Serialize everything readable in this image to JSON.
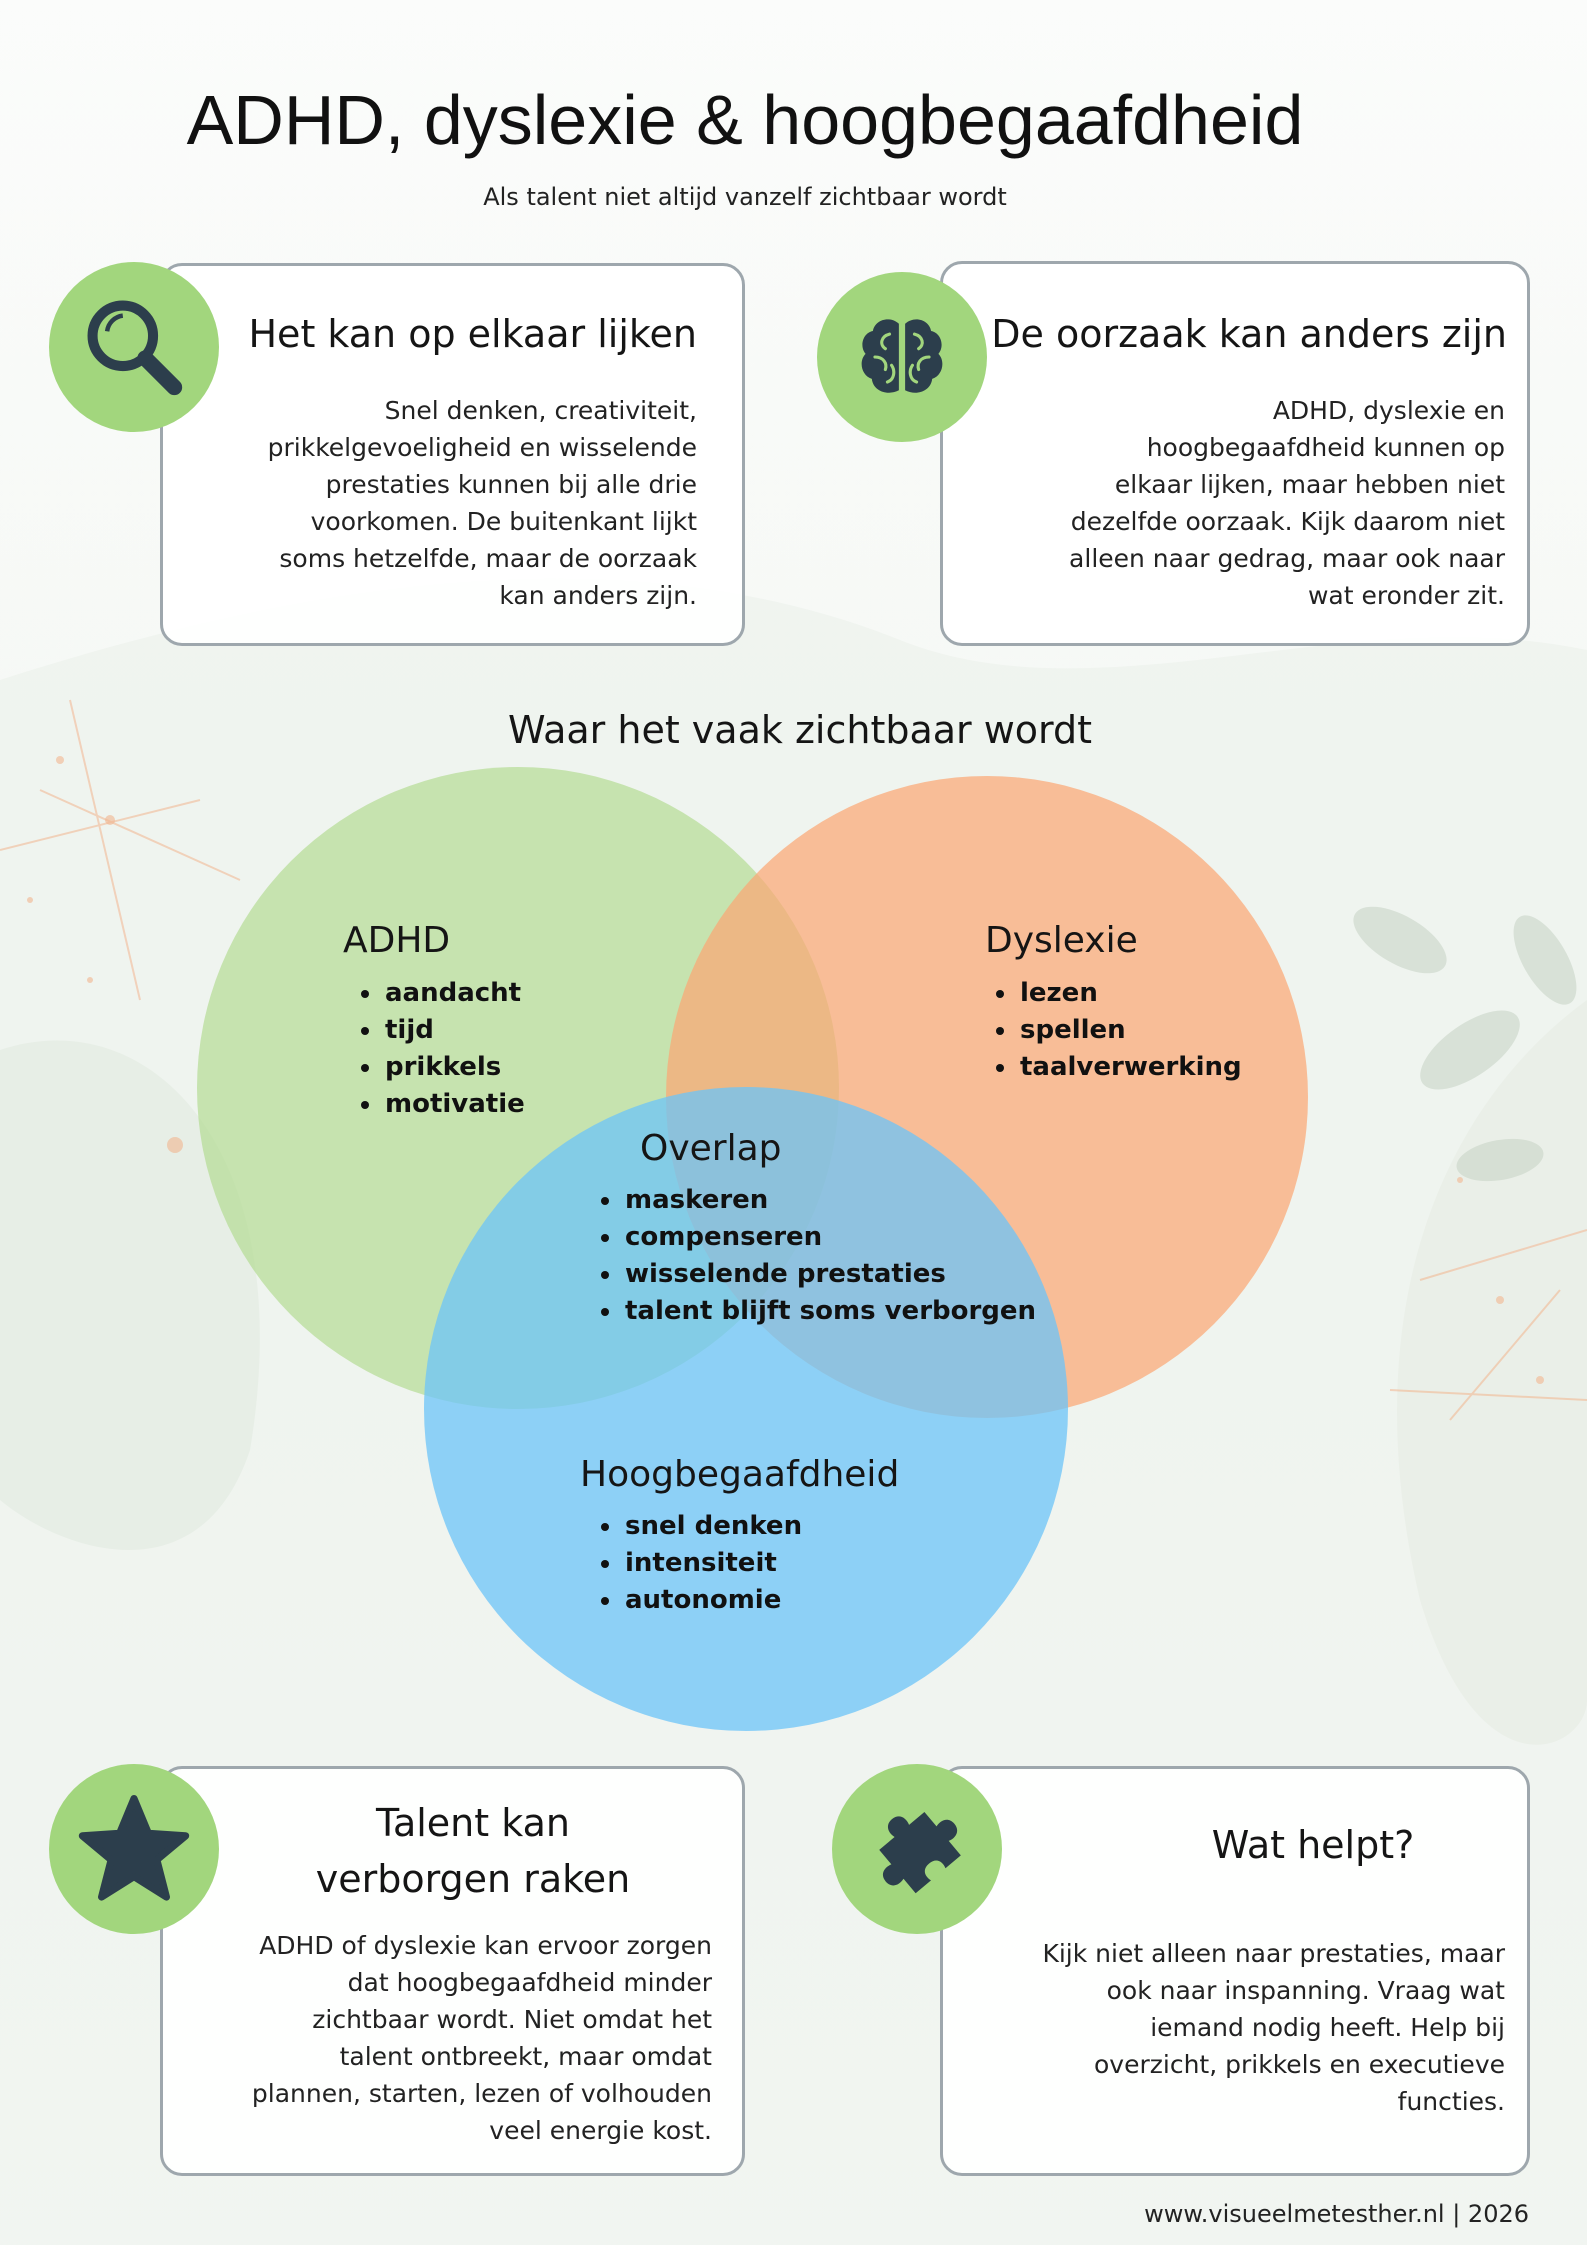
{
  "title": "ADHD, dyslexie & hoogbegaafdheid",
  "subtitle": "Als talent niet altijd vanzelf zichtbaar wordt",
  "cards": [
    {
      "id": "lijken",
      "title": "Het kan op elkaar lijken",
      "text": "Snel denken, creativiteit, prikkelgevoeligheid en wisselende prestaties kunnen bij alle drie voorkomen. De buitenkant lijkt soms hetzelfde, maar de oorzaak kan anders zijn.",
      "icon": "magnifier-icon"
    },
    {
      "id": "oorzaak",
      "title": "De oorzaak kan anders zijn",
      "text": "ADHD, dyslexie en hoogbegaafdheid kunnen op elkaar lijken, maar hebben niet dezelfde oorzaak. Kijk daarom niet alleen naar gedrag, maar ook naar wat eronder zit.",
      "icon": "brain-icon"
    },
    {
      "id": "talent",
      "title": "Talent kan verborgen raken",
      "text": "ADHD of dyslexie kan ervoor zorgen dat hoogbegaafdheid minder zichtbaar wordt. Niet omdat het talent ontbreekt, maar omdat plannen, starten, lezen of volhouden veel energie kost.",
      "icon": "star-icon"
    },
    {
      "id": "helpt",
      "title": "Wat helpt?",
      "text": "Kijk niet alleen naar prestaties, maar ook naar inspanning. Vraag wat iemand nodig heeft. Help bij overzicht, prikkels en executieve functies.",
      "icon": "puzzle-icon"
    }
  ],
  "venn": {
    "title": "Waar het vaak zichtbaar wordt",
    "sets": [
      {
        "id": "adhd",
        "label": "ADHD",
        "color": "#b5dd96",
        "items": [
          "aandacht",
          "tijd",
          "prikkels",
          "motivatie"
        ]
      },
      {
        "id": "dyslexie",
        "label": "Dyslexie",
        "color": "#fba774",
        "items": [
          "lezen",
          "spellen",
          "taalverwerking"
        ]
      },
      {
        "id": "hoogbegaafdheid",
        "label": "Hoogbegaafdheid",
        "color": "#6cc4f8",
        "items": [
          "snel denken",
          "intensiteit",
          "autonomie"
        ]
      }
    ],
    "overlap": {
      "label": "Overlap",
      "items": [
        "maskeren",
        "compenseren",
        "wisselende prestaties",
        "talent blijft soms verborgen"
      ]
    }
  },
  "footer": "www.visueelmetesther.nl | 2026",
  "colors": {
    "badge": "#a2d67d",
    "icon": "#2c3e4c",
    "card_border": "#9ea7ad"
  }
}
